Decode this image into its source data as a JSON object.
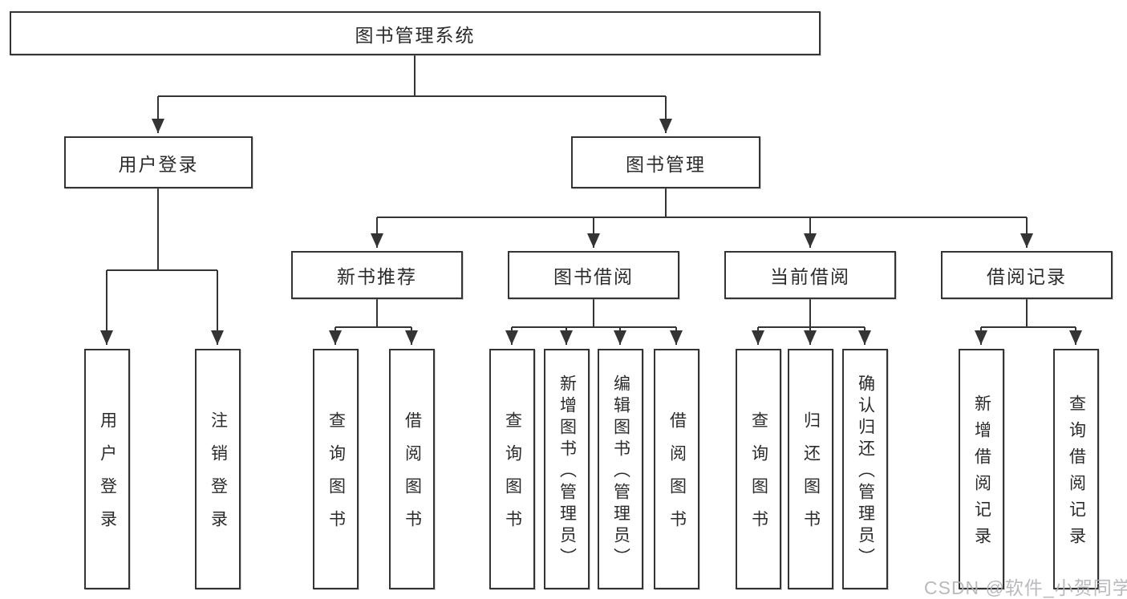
{
  "diagram": {
    "root": {
      "label": "图书管理系统"
    },
    "level2": {
      "user_login": {
        "label": "用户登录",
        "children": {
          "login": {
            "label": "用户登录"
          },
          "logout": {
            "label": "注销登录"
          }
        }
      },
      "book_mgmt": {
        "label": "图书管理",
        "children": {
          "new_book_rec": {
            "label": "新书推荐",
            "children": {
              "query": {
                "label": "查询图书"
              },
              "borrow": {
                "label": "借阅图书"
              }
            }
          },
          "book_borrow": {
            "label": "图书借阅",
            "children": {
              "query": {
                "label": "查询图书"
              },
              "add": {
                "label": "新增图书（管理员）"
              },
              "edit": {
                "label": "编辑图书（管理员）"
              },
              "borrow": {
                "label": "借阅图书"
              }
            }
          },
          "current_borrow": {
            "label": "当前借阅",
            "children": {
              "query": {
                "label": "查询图书"
              },
              "return": {
                "label": "归还图书"
              },
              "confirm": {
                "label": "确认归还（管理员）"
              }
            }
          },
          "borrow_record": {
            "label": "借阅记录",
            "children": {
              "add": {
                "label": "新增借阅记录"
              },
              "query": {
                "label": "查询借阅记录"
              }
            }
          }
        }
      }
    },
    "watermark": "CSDN @软件_小贺同学",
    "colors": {
      "line": "#343434",
      "box_border": "#343434",
      "box_fill": "#ffffff",
      "text": "#2b2b2b",
      "watermark": "#b3b3b8",
      "background": "#ffffff"
    }
  }
}
